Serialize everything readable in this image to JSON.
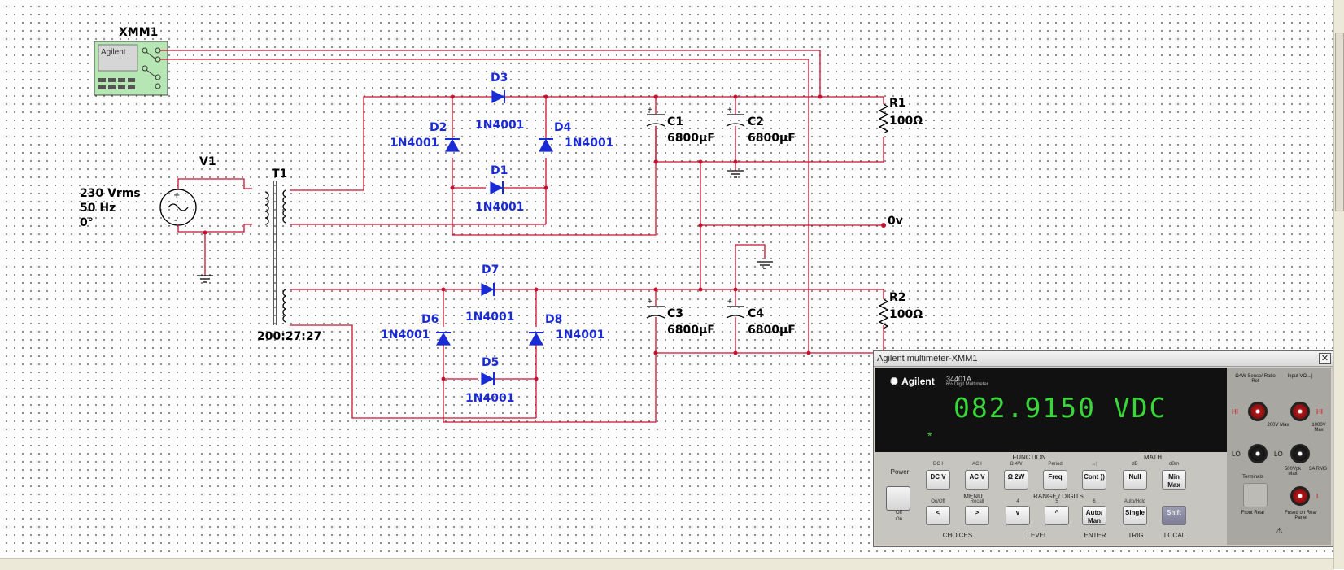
{
  "schematic": {
    "meter_ref": "XMM1",
    "meter_icon_label": "Agilent",
    "source": {
      "ref": "V1",
      "voltage": "230 Vrms",
      "freq": "50 Hz",
      "phase": "0°"
    },
    "transformer": {
      "ref": "T1",
      "ratio": "200:27:27"
    },
    "diodes": [
      {
        "ref": "D1",
        "model": "1N4001"
      },
      {
        "ref": "D2",
        "model": "1N4001"
      },
      {
        "ref": "D3",
        "model": "1N4001"
      },
      {
        "ref": "D4",
        "model": "1N4001"
      },
      {
        "ref": "D5",
        "model": "1N4001"
      },
      {
        "ref": "D6",
        "model": "1N4001"
      },
      {
        "ref": "D7",
        "model": "1N4001"
      },
      {
        "ref": "D8",
        "model": "1N4001"
      }
    ],
    "capacitors": [
      {
        "ref": "C1",
        "value": "6800µF"
      },
      {
        "ref": "C2",
        "value": "6800µF"
      },
      {
        "ref": "C3",
        "value": "6800µF"
      },
      {
        "ref": "C4",
        "value": "6800µF"
      }
    ],
    "resistors": [
      {
        "ref": "R1",
        "value": "100Ω"
      },
      {
        "ref": "R2",
        "value": "100Ω"
      }
    ],
    "zero_net_label": "0v"
  },
  "multimeter": {
    "title": "Agilent multimeter-XMM1",
    "close_glyph": "✕",
    "brand": "Agilent",
    "model": "34401A",
    "model_sub": "6½ Digit Multimeter",
    "reading": "082.9150  VDC",
    "annunciator": "*",
    "power_label": "Power",
    "power_off": "Off",
    "power_on": "On",
    "groups": {
      "function": "FUNCTION",
      "math": "MATH",
      "menu": "MENU",
      "range": "RANGE / DIGITS",
      "choices": "CHOICES",
      "level": "LEVEL",
      "enter": "ENTER",
      "trig": "TRIG",
      "local": "LOCAL"
    },
    "keys_top": [
      {
        "label": "DC V",
        "shift": "DC I"
      },
      {
        "label": "AC V",
        "shift": "AC I"
      },
      {
        "label": "Ω 2W",
        "shift": "Ω 4W"
      },
      {
        "label": "Freq",
        "shift": "Period"
      },
      {
        "label": "Cont ))",
        "shift": "→|"
      },
      {
        "label": "Null",
        "shift": "dB"
      },
      {
        "label": "Min Max",
        "shift": "dBm"
      }
    ],
    "keys_bottom": [
      {
        "label": "<",
        "shift": "On/Off"
      },
      {
        "label": ">",
        "shift": "Recall"
      },
      {
        "label": "v",
        "shift": "4"
      },
      {
        "label": "^",
        "shift": "5"
      },
      {
        "label": "Auto/ Man",
        "shift": "6"
      },
      {
        "label": "Single",
        "shift": "Auto/Hold"
      },
      {
        "label": "Shift",
        "shift": ""
      }
    ],
    "terminals": {
      "sense": "Ω4W Sense/ Ratio Ref",
      "input": "Input VΩ→|",
      "hi": "HI",
      "lo": "LO",
      "i": "I",
      "v200": "200V Max",
      "v1000": "1000V Max",
      "v500": "500Vpk Max",
      "amps": "3A RMS",
      "terminals": "Terminals",
      "front_rear": "Front Rear",
      "fused": "Fused on Rear Panel"
    }
  }
}
